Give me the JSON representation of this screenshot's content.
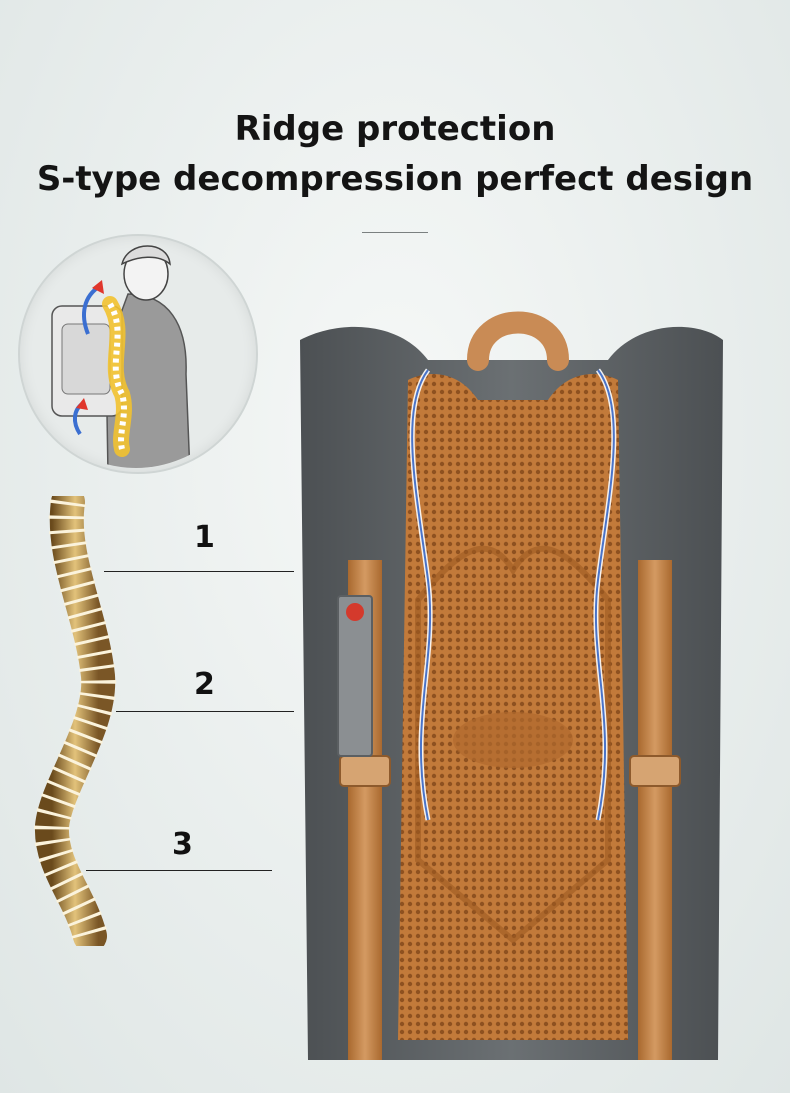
{
  "headline": {
    "line1": "Ridge protection",
    "line2": "S-type decompression perfect design"
  },
  "callouts": [
    {
      "label": "1"
    },
    {
      "label": "2"
    },
    {
      "label": "3"
    }
  ],
  "colors": {
    "fabric_gray": "#5c6063",
    "brown": "#b86f2f",
    "mesh_brown": "#c27a3a",
    "strap_brown": "#c98b55",
    "bone": "#d9b86a"
  },
  "illustrations": [
    "person-with-backpack-illustration",
    "spine-illustration",
    "backpack-back-photo"
  ]
}
